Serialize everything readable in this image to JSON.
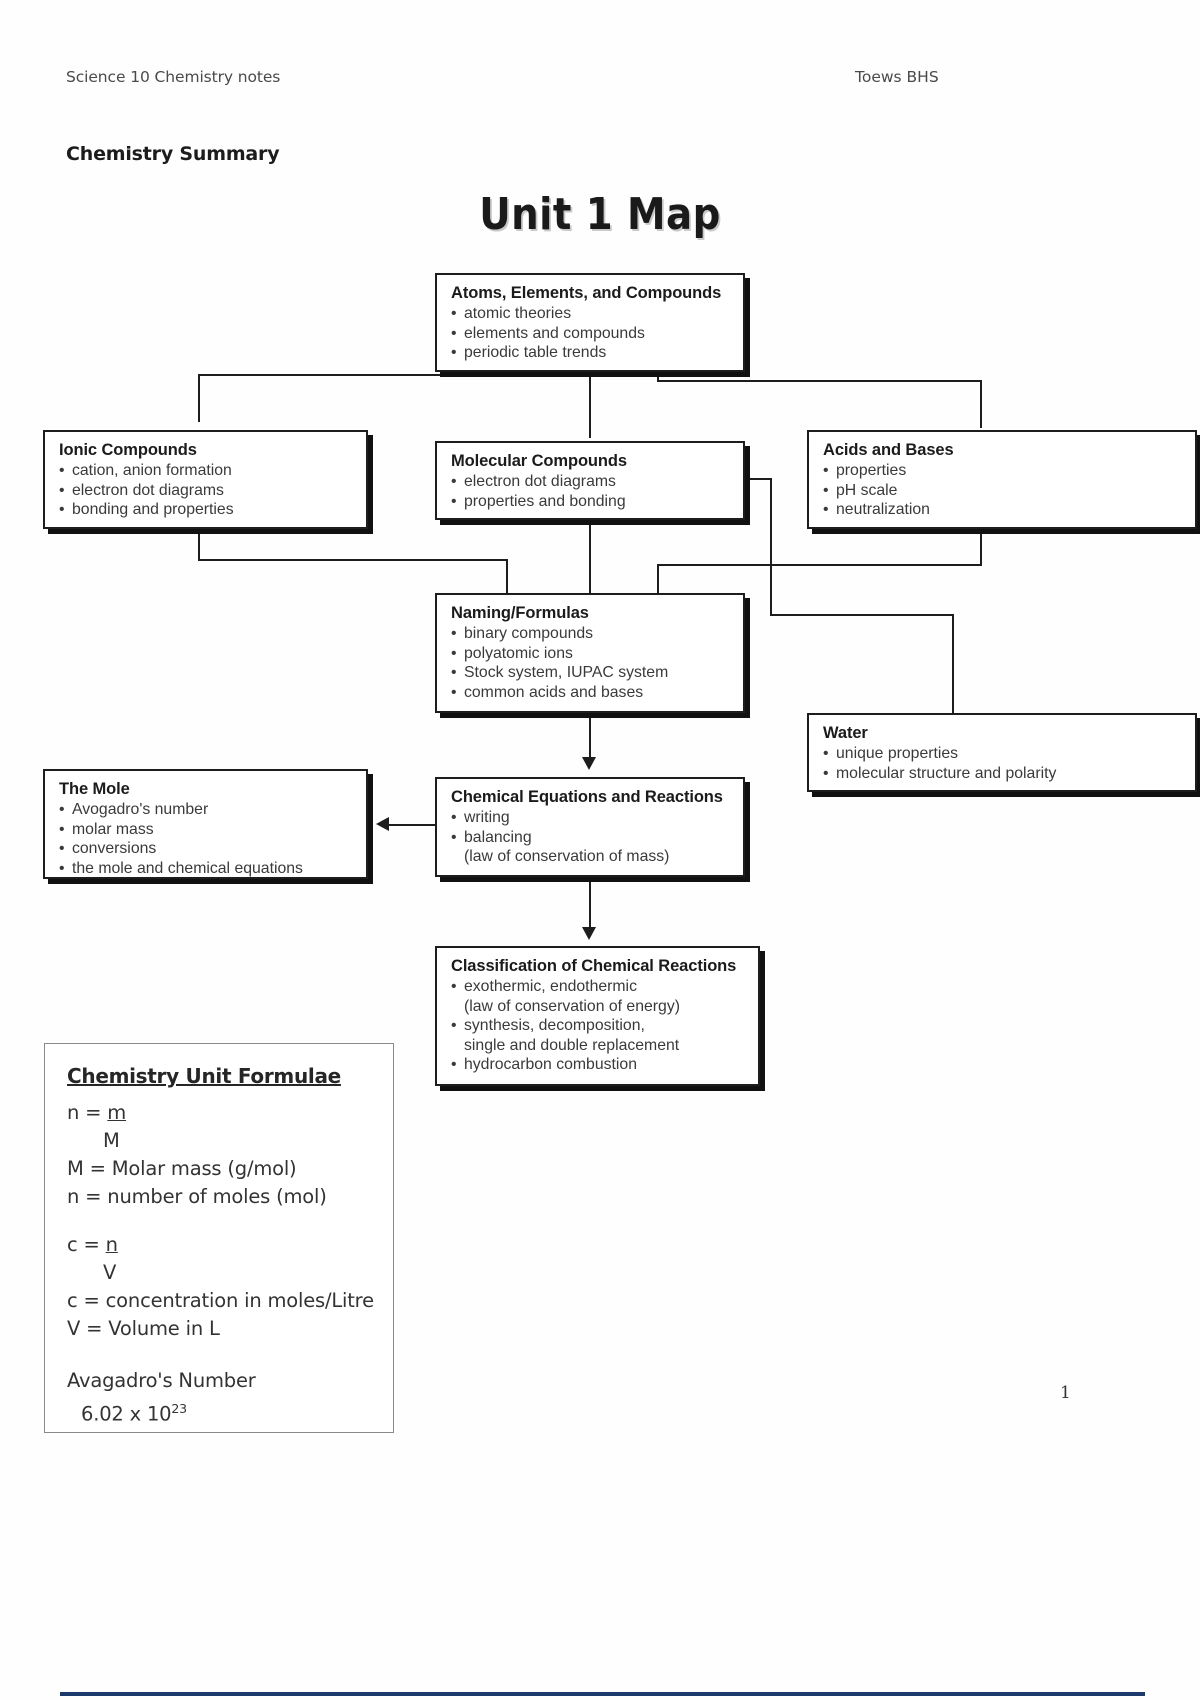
{
  "header": {
    "left": "Science 10 Chemistry notes",
    "right": "Toews BHS"
  },
  "document_title": "Chemistry Summary",
  "map": {
    "title": "Unit 1 Map",
    "nodes": [
      {
        "id": "atoms",
        "heading": "Atoms, Elements, and Compounds",
        "items": [
          "atomic theories",
          "elements and compounds",
          "periodic table trends"
        ]
      },
      {
        "id": "ionic",
        "heading": "Ionic Compounds",
        "items": [
          "cation, anion formation",
          "electron dot diagrams",
          "bonding and properties"
        ]
      },
      {
        "id": "molecular",
        "heading": "Molecular Compounds",
        "items": [
          "electron dot diagrams",
          "properties and bonding"
        ]
      },
      {
        "id": "acids",
        "heading": "Acids and Bases",
        "items": [
          "properties",
          "pH scale",
          "neutralization"
        ]
      },
      {
        "id": "naming",
        "heading": "Naming/Formulas",
        "items": [
          "binary compounds",
          "polyatomic ions",
          "Stock system, IUPAC system",
          "common acids and bases"
        ]
      },
      {
        "id": "water",
        "heading": "Water",
        "items": [
          "unique properties",
          "molecular structure and polarity"
        ]
      },
      {
        "id": "mole",
        "heading": "The Mole",
        "items": [
          "Avogadro's number",
          "molar mass",
          "conversions",
          "the mole and chemical equations"
        ]
      },
      {
        "id": "equations",
        "heading": "Chemical Equations and Reactions",
        "items": [
          "writing",
          "balancing"
        ],
        "continuations": [
          "(law of conservation of mass)"
        ]
      },
      {
        "id": "classification",
        "heading": "Classification of Chemical Reactions",
        "items": [
          "exothermic, endothermic",
          "synthesis, decomposition,",
          "hydrocarbon combustion"
        ],
        "continuations": [
          "(law of conservation of energy)",
          "single and double replacement"
        ]
      }
    ]
  },
  "formulae": {
    "title": "Chemistry Unit Formulae",
    "eq1_left": "n = ",
    "eq1_num": "m",
    "eq1_den": "M",
    "def_M": "M = Molar mass (g/mol)",
    "def_n": "n = number of moles (mol)",
    "eq2_left": "c = ",
    "eq2_num": "n",
    "eq2_den": "V",
    "def_c": "c = concentration in moles/Litre",
    "def_V": "V = Volume in L",
    "avogadro_label": "Avagadro's Number",
    "avogadro_base": "6.02 x 10",
    "avogadro_exp": "23"
  },
  "page_number": "1",
  "colors": {
    "ink": "#1d1d1d",
    "body_text": "#3a3a3a",
    "footer_rule": "#1b3a6b"
  }
}
